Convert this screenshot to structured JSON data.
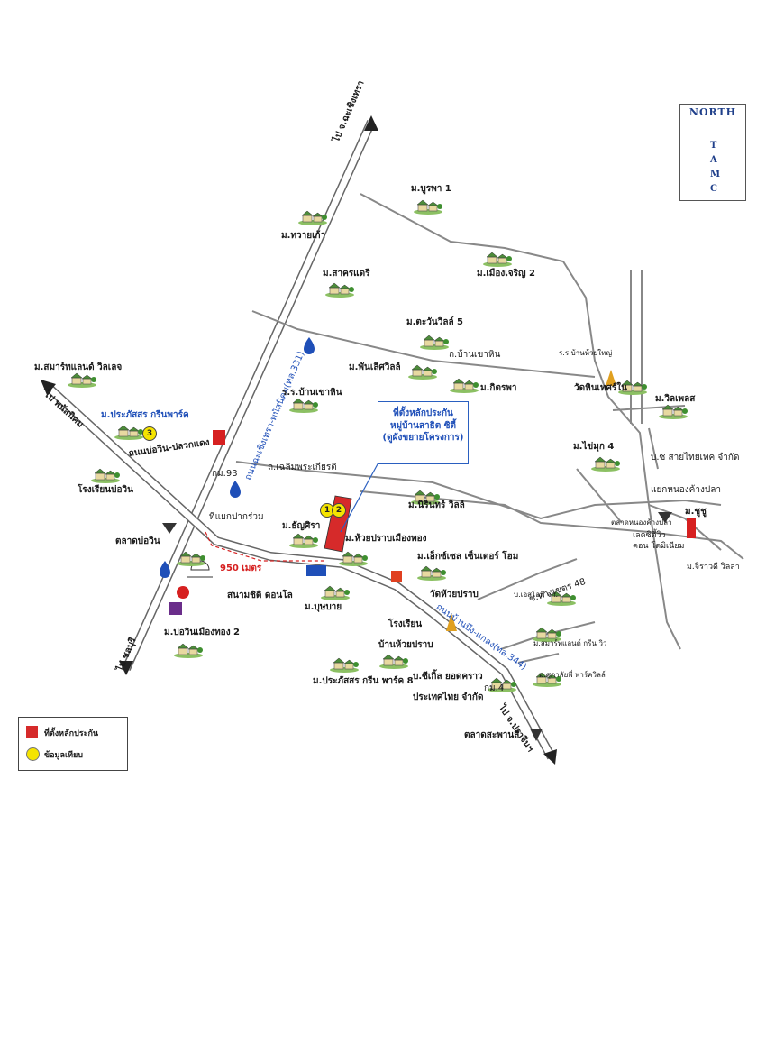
{
  "north": {
    "title": "NORTH",
    "letters": [
      "T",
      "A",
      "M",
      "C"
    ]
  },
  "callout": {
    "line1": "ที่ตั้งหลักประกัน",
    "line2": "หมู่บ้านสาธิต ซิตี้",
    "line3": "(ดูผังขยายโครงการ)"
  },
  "legend": {
    "collateral": "ที่ตั้งหลักประกัน",
    "info": "ข้อมูลเทียบ"
  },
  "markers": [
    "1",
    "2",
    "3"
  ],
  "distance": "950 เมตร",
  "roads": {
    "to_chachoengsao": "ไป จ.ฉะเชิงเทรา",
    "to_chonburi": "ไป ชลบุรี",
    "to_trat": "ไป จ.ปราจีนฯ",
    "sukhumvit": "ถนนฉะเชิงเทรา-พนัสนิคม(ทล.331)",
    "banbueng_road": "ถนนบ้านบึง-แกลง(ทล.344)",
    "bowin_road": "ถนนบ่อวิน-ปลวกแดง",
    "to_phanat": "ไป พนัสนิคม",
    "km93": "กม.93",
    "km4": "กม.4",
    "soi48": "ซ.ทางเขตร 48",
    "saimai": "ถ.เฉลิมพระเกียรติ",
    "banchakhin": "ถ.บ้านเขาหิน",
    "rrsai": "ร.ร.บ้านห้วยใหญ่"
  },
  "labels": {
    "burapha": "ม.บูรพา 1",
    "muang_charoen": "ม.เมืองเจริญ 2",
    "thawai": "ม.ทวายเก้า",
    "sawan": "ม.สาครแดรี",
    "chaiwat": "ม.ตะวันวิลล์ 5",
    "phanlert": "ม.พันเลิศวิลล์",
    "kittiya": "ม.กิตรพา",
    "smart": "ม.สมาร์ทแลนด์ วิลเลจ",
    "prakasit": "ม.ประภัสสร กรีนพาร์ค",
    "school_bowin": "โรงเรียนบ่อวิน",
    "rr_banchakhin": "ร.ร.บ้านเขาหิน",
    "wat_hin": "วัดหินเทศร์ใน",
    "villa": "ม.วิลเพลส",
    "paimuk": "ม.ไข่มุก 4",
    "company_sai": "บ.ซ สายไทยเทค จำกัด",
    "nongklang": "แยกหนองค้างปลา",
    "chuchu": "ม.ชูชู",
    "talad_nong": "ตลาดหนองค้างปลา",
    "lake_city": "เลคซิตี้วิว",
    "condo": "คอน โดมิเนียม",
    "jirawadee": "ม.จิราวดี วิลล่า",
    "napirin": "ม.นิรินทร์ วิลล์",
    "thanyasiri": "ม.ธัญศิรา",
    "huaiprab": "ม.ห้วยปราบเมืองทอง",
    "ix_center": "ม.เอ็กซ์เซล เซ็นเตอร์ โฮม",
    "talad_bowin": "ตลาดบ่อวิน",
    "sinthai": "ที่แยกปากร่วม",
    "sanam": "สนามชิติ ดอนโล",
    "boonsap": "ม.บุษบาย",
    "bowin_muang": "ม.บ่อวินเมืองทอง 2",
    "wat_huaiprab": "วัดห้วยปราบ",
    "school_huai": "โรงเรียน",
    "school_huai2": "บ้านห้วยปราบ",
    "prakasit_green": "ม.ประภัสสร กรีน พาร์ค 8",
    "siampak": "บ.ซีเกิ้ล ยอดคราว",
    "thai_co": "ประเทศไทย จำกัด",
    "talad_saphan": "ตลาดสะพานสี่",
    "nonghi": "บ.เอสโอพี จก.",
    "smart_green": "ม.สมาร์ทแลนด์ กรีน วิว",
    "supalai": "ม.ศุภาลัยพี่ พาร์ควิลล์",
    "rr_sai": "ร.ร.บ้านห้วยใหญ่"
  },
  "colors": {
    "road": "#777777",
    "highway_text": "#1f4fb8",
    "collateral": "#d62a2a",
    "marker": "#f5e400",
    "north_arrow": "#f2f06a"
  }
}
